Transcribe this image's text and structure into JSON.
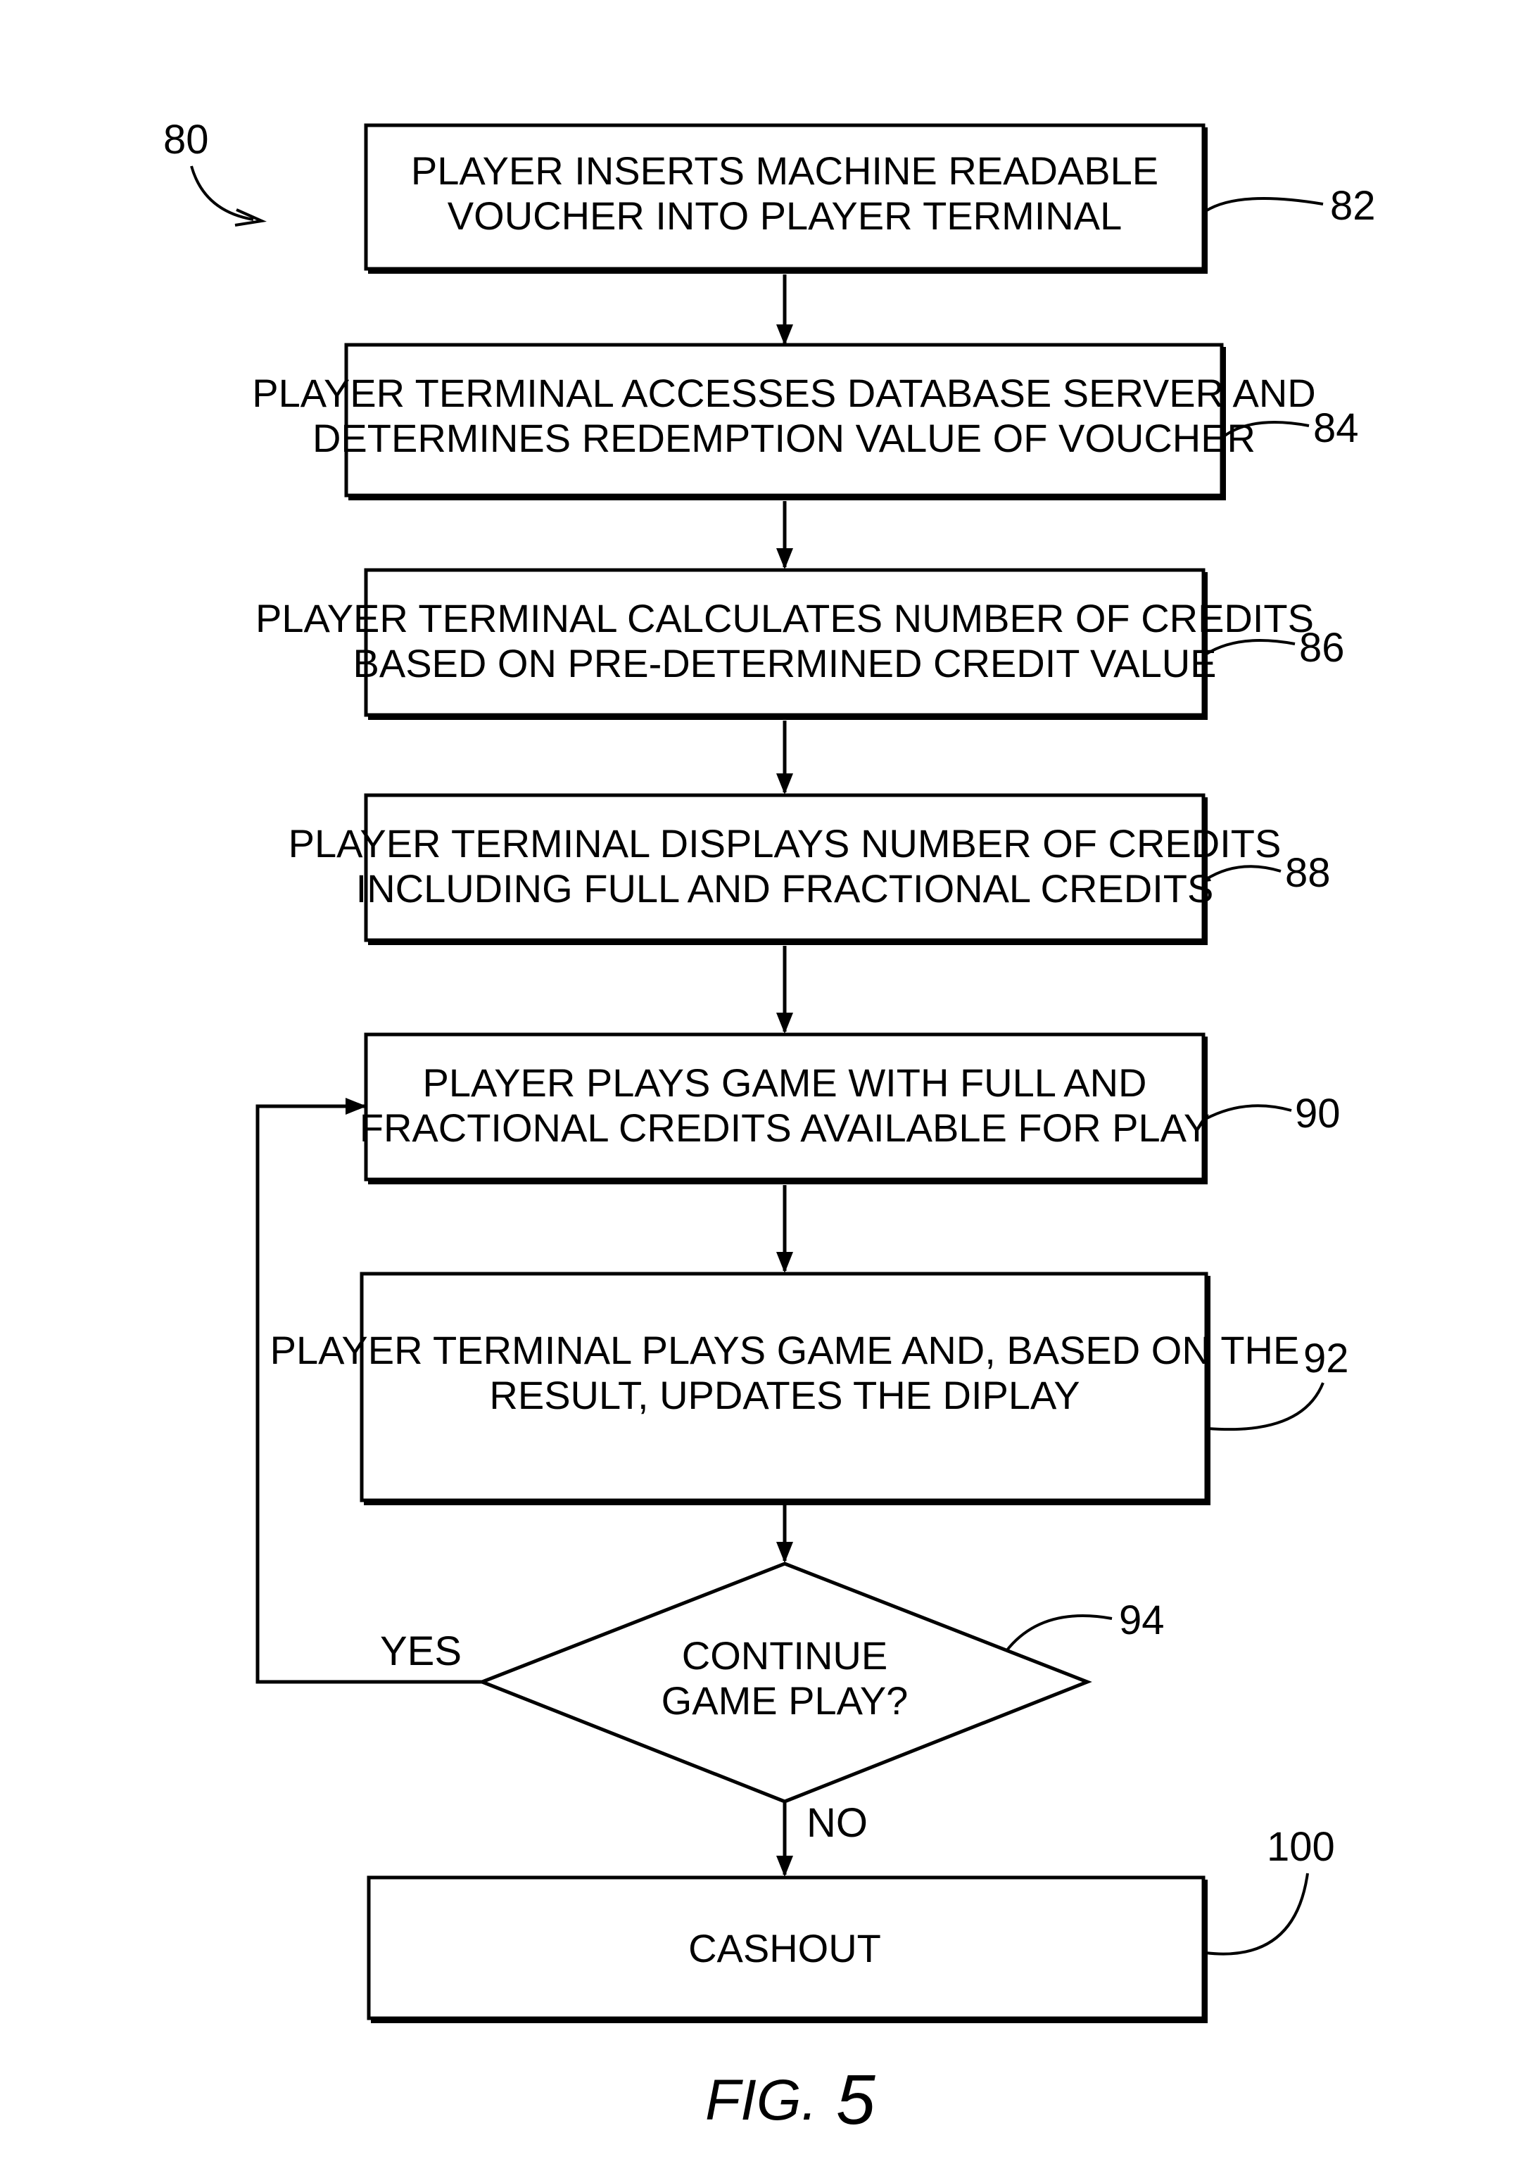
{
  "figure": {
    "ref": "80",
    "caption_prefix": "FIG.",
    "caption_number": "5"
  },
  "steps": [
    {
      "ref": "82",
      "lines": [
        "PLAYER INSERTS MACHINE READABLE",
        "VOUCHER INTO PLAYER TERMINAL"
      ]
    },
    {
      "ref": "84",
      "lines": [
        "PLAYER TERMINAL ACCESSES DATABASE SERVER AND",
        "DETERMINES REDEMPTION VALUE OF VOUCHER"
      ]
    },
    {
      "ref": "86",
      "lines": [
        "PLAYER  TERMINAL CALCULATES NUMBER OF CREDITS",
        "BASED ON PRE-DETERMINED CREDIT VALUE"
      ]
    },
    {
      "ref": "88",
      "lines": [
        "PLAYER  TERMINAL DISPLAYS NUMBER OF CREDITS",
        "INCLUDING FULL AND FRACTIONAL CREDITS"
      ]
    },
    {
      "ref": "90",
      "lines": [
        "PLAYER PLAYS GAME WITH FULL AND",
        "FRACTIONAL CREDITS AVAILABLE FOR PLAY"
      ]
    },
    {
      "ref": "92",
      "lines": [
        "PLAYER TERMINAL PLAYS GAME AND, BASED ON THE",
        "RESULT, UPDATES THE DIPLAY"
      ]
    }
  ],
  "decision": {
    "ref": "94",
    "lines": [
      "CONTINUE",
      "GAME PLAY?"
    ],
    "yes_label": "YES",
    "no_label": "NO"
  },
  "cashout": {
    "ref": "100",
    "label": "CASHOUT"
  }
}
